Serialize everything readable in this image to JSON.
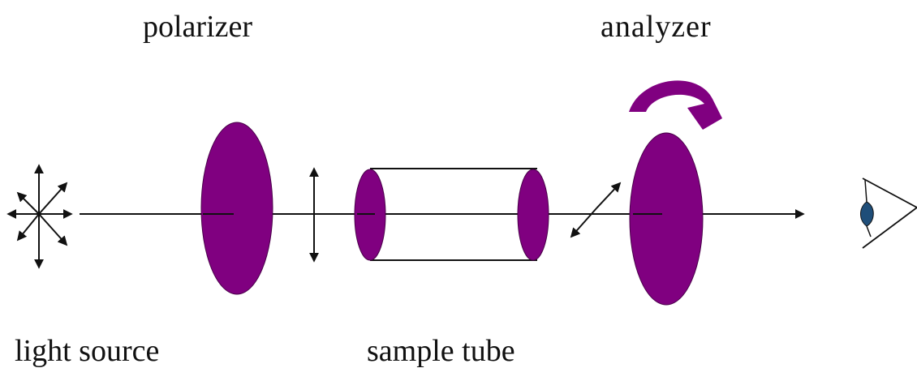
{
  "labels": {
    "polarizer": "polarizer",
    "analyzer": "analyzer",
    "light_source": "light source",
    "sample_tube": "sample tube"
  },
  "colors": {
    "optic": "#800080",
    "line": "#111111",
    "eye_iris": "#1f4e79"
  },
  "icons": {
    "light_source": "radiating-arrows-icon",
    "rotation": "curved-rotate-arrow-icon",
    "eye": "eye-icon"
  }
}
